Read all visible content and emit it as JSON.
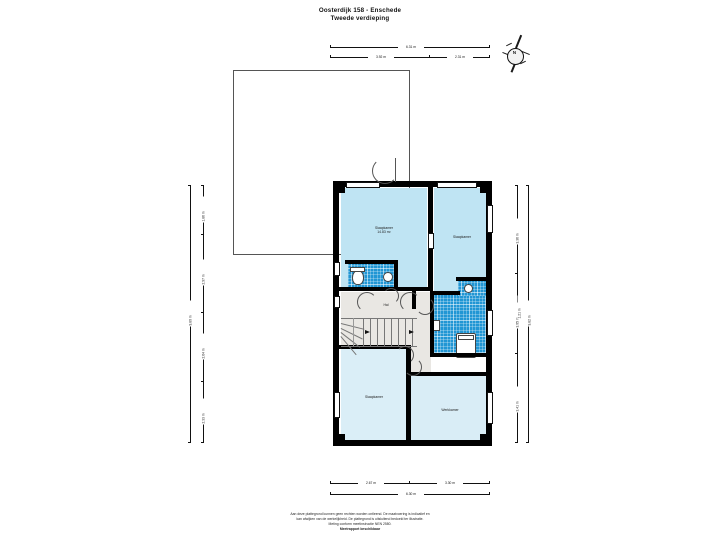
{
  "document": {
    "title_line1": "Oosterdijk 158 - Enschede",
    "title_line2": "Tweede verdieping"
  },
  "footer": {
    "line1": "Aan deze plattegrond kunnen geen rechten worden ontleend. De maatvoering is indicatief en",
    "line2": "kan afwijken van de werkelijkheid. De plattegrond is uitsluitend bedoeld ter illustratie.",
    "line3": "Meting conform meetinstructie NEN 2580.",
    "line4": "Meetrapport beschikbaar"
  },
  "compass": {
    "north_label": "N",
    "name": "compass-rose"
  },
  "rooms": [
    {
      "id": "slaapkamer-1",
      "label": "Slaapkamer",
      "area": "14.83 m²"
    },
    {
      "id": "slaapkamer-2",
      "label": "Slaapkamer",
      "area": ""
    },
    {
      "id": "hal",
      "label": "Hal",
      "area": ""
    },
    {
      "id": "slaapkamer-3",
      "label": "Slaapkamer",
      "area": ""
    },
    {
      "id": "werkkamer",
      "label": "Werkkamer",
      "area": ""
    }
  ],
  "dimensions": {
    "top_outer": [
      {
        "value": "6.31 m"
      }
    ],
    "top_inner": [
      {
        "value": "3.92 m"
      },
      {
        "value": "2.31 m"
      }
    ],
    "bottom_inner": [
      {
        "value": "2.67 m"
      },
      {
        "value": "3.30 m"
      }
    ],
    "bottom_outer": [
      {
        "value": "6.30 m"
      }
    ],
    "left_outer": [
      {
        "value": "9.80 m"
      }
    ],
    "left_inner": [
      {
        "value": "1.86 m"
      },
      {
        "value": "2.97 m"
      },
      {
        "value": "2.64 m"
      },
      {
        "value": "2.33 m"
      }
    ],
    "right_outer": [
      {
        "value": "9.82 m"
      }
    ],
    "right_inner": [
      {
        "value": "3.36 m"
      },
      {
        "value": "3.05 m"
      },
      {
        "value": "3.41 m"
      }
    ],
    "right_extra": [
      {
        "value": "1.21 m"
      }
    ]
  },
  "colors": {
    "bedroom": "#bfe4f3",
    "bedroom_light": "#daeef7",
    "hall": "#e9e7e3",
    "workroom": "#d9edf6",
    "tile": "#2196d4",
    "wall": "#000000",
    "terrace": "#ffffff"
  }
}
